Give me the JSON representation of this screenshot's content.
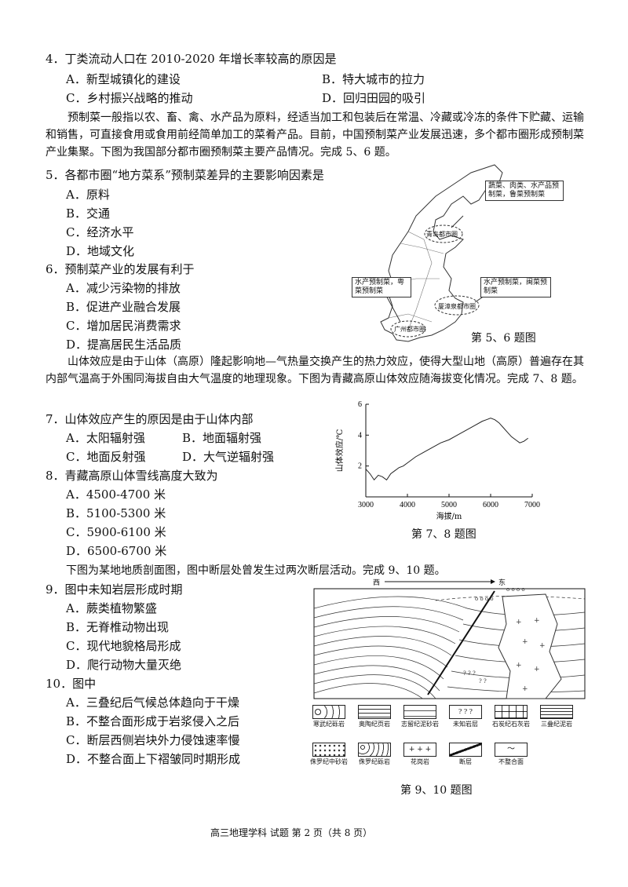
{
  "q4": {
    "stem": "4．丁类流动人口在 2010-2020 年增长率较高的原因是",
    "A": "A．新型城镇化的建设",
    "B": "B．特大城市的拉力",
    "C": "C．乡村振兴战略的推动",
    "D": "D．回归田园的吸引"
  },
  "passage56": "预制菜一般指以农、畜、禽、水产品为原料，经适当加工和包装后在常温、冷藏或冷冻的条件下贮藏、运输和销售，可直接食用或食用前经简单加工的菜肴产品。目前，中国预制菜产业发展迅速，多个都市圈形成预制菜产业集聚。下图为我国部分都市圈预制菜主要产品情况。完成 5、6 题。",
  "q5": {
    "stem": "5．各都市圈“地方菜系”预制菜差异的主要影响因素是",
    "A": "A．原料",
    "B": "B．交通",
    "C": "C．经济水平",
    "D": "D．地域文化"
  },
  "q6": {
    "stem": "6．预制菜产业的发展有利于",
    "A": "A．减少污染物的排放",
    "B": "B．促进产业融合发展",
    "C": "C．增加居民消费需求",
    "D": "D．提高居民生活品质"
  },
  "map": {
    "label_qingdao": "蔬菜、肉类、水产品预制菜，鲁菜预制菜",
    "label_guangzhou": "水产预制菜，粤菜预制菜",
    "label_xiamen": "水产预制菜，闽菜预制菜",
    "city_qingdao": "青岛都市圈",
    "city_xiamen": "厦漳泉都市圈",
    "city_guangzhou": "广州都市圈",
    "caption": "第 5、6 题图"
  },
  "passage78": "山体效应是由于山体（高原）隆起影响地—气热量交换产生的热力效应，使得大型山地（高原）普遍存在其内部气温高于外围同海拔自由大气温度的地理现象。下图为青藏高原山体效应随海拔变化情况。完成 7、8 题。",
  "q7": {
    "stem": "7．山体效应产生的原因是由于山体内部",
    "A": "A．太阳辐射强",
    "B": "B．地面辐射强",
    "C": "C．地面反射强",
    "D": "D．大气逆辐射强"
  },
  "q8": {
    "stem": "8．青藏高原山体雪线高度大致为",
    "A": "A．4500-4700 米",
    "B": "B．5100-5300 米",
    "C": "C．5900-6100 米",
    "D": "D．6500-6700 米"
  },
  "chart_data": {
    "type": "line",
    "xlabel": "海拔/m",
    "ylabel": "山体效应/℃",
    "xlim": [
      3000,
      7000
    ],
    "ylim": [
      0,
      6
    ],
    "xticks": [
      "3000",
      "4000",
      "5000",
      "6000",
      "7000"
    ],
    "yticks": [
      "2",
      "4",
      "6"
    ],
    "series": [
      {
        "x": [
          3000,
          3100,
          3200,
          3300,
          3400,
          3500,
          3600,
          3700,
          3800,
          3900,
          4000,
          4200,
          4400,
          4600,
          4800,
          5000,
          5200,
          5400,
          5600,
          5800,
          5900,
          6000,
          6100,
          6200,
          6300,
          6400,
          6500,
          6600,
          6700,
          6800,
          6900
        ],
        "y": [
          1.8,
          1.5,
          1.1,
          1.4,
          1.3,
          1.1,
          1.5,
          1.7,
          1.9,
          2.0,
          2.2,
          2.6,
          2.9,
          3.2,
          3.5,
          3.7,
          4.0,
          4.3,
          4.6,
          4.9,
          5.0,
          5.1,
          5.0,
          4.8,
          4.5,
          4.2,
          3.9,
          3.7,
          3.5,
          3.6,
          3.8
        ]
      }
    ],
    "caption": "第 7、8 题图"
  },
  "passage910": "下图为某地地质剖面图，图中断层处曾发生过两次断层活动。完成 9、10 题。",
  "q9": {
    "stem": "9．图中未知岩层形成时期",
    "A": "A．蕨类植物繁盛",
    "B": "B．无脊椎动物出现",
    "C": "C．现代地貌格局形成",
    "D": "D．爬行动物大量灭绝"
  },
  "q10": {
    "stem": "10．图中",
    "A": "A．三叠纪后气候总体趋向于干燥",
    "B": "B．不整合面形成于岩浆侵入之后",
    "C": "C．断层西侧岩块外力侵蚀速率慢",
    "D": "D．不整合面上下褶皱同时期形成"
  },
  "geo": {
    "west": "西",
    "east": "东",
    "legend": [
      "寒武纪砾岩",
      "奥陶纪页岩",
      "志留纪泥砂岩",
      "未知岩层",
      "石炭纪石灰岩",
      "三叠纪泥岩",
      "侏罗纪中砂岩",
      "侏罗纪砾岩",
      "花岗岩",
      "断层",
      "不整合面"
    ],
    "caption": "第 9、10 题图"
  },
  "footer": "高三地理学科  试题  第 2 页（共 8 页）"
}
